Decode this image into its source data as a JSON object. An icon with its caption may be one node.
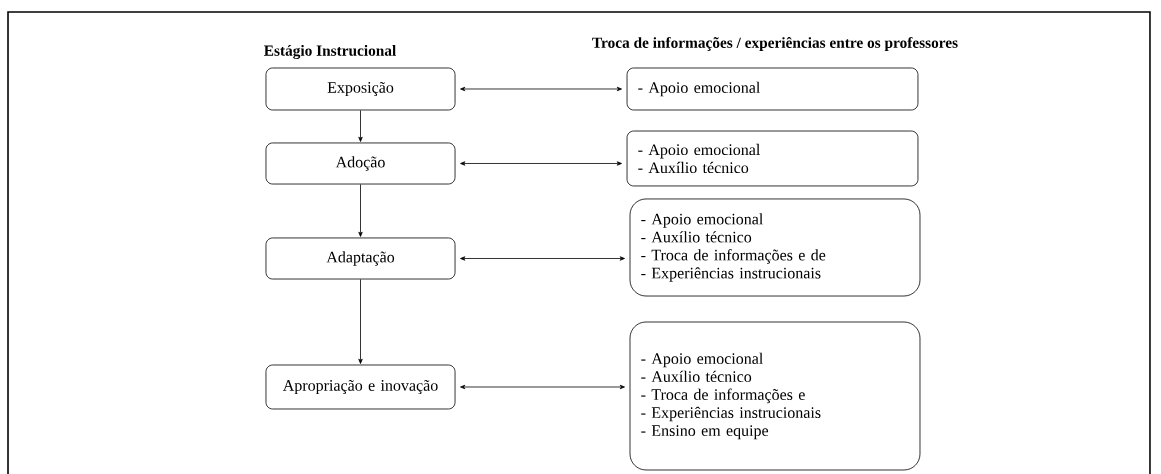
{
  "diagram": {
    "nodes": [
      {
        "text": [
          "Exposição"
        ]
      },
      {
        "text": [
          "- Apoio emocional"
        ]
      },
      {
        "text": [
          "Adoção"
        ]
      },
      {
        "text": [
          "- Apoio emocional",
          "- Auxílio técnico"
        ]
      },
      {
        "text": [
          "Adaptação"
        ]
      },
      {
        "text": [
          "- Apoio emocional",
          "- Auxílio técnico",
          "- Troca de informações e de",
          "- Experiências instrucionais"
        ]
      },
      {
        "text": [
          "Apropriação e inovação"
        ]
      },
      {
        "text": [
          "- Apoio emocional",
          "- Auxílio técnico",
          "- Troca de informações e",
          "- Experiências instrucionais",
          "- Ensino em equipe"
        ]
      }
    ],
    "edges": [
      {
        "from": 0,
        "to": 1,
        "arrow": "both"
      },
      {
        "from": 0,
        "to": 2,
        "arrow": "to"
      },
      {
        "from": 2,
        "to": 3,
        "arrow": "both"
      },
      {
        "from": 2,
        "to": 4,
        "arrow": "to"
      },
      {
        "from": 4,
        "to": 5,
        "arrow": "both"
      },
      {
        "from": 4,
        "to": 6,
        "arrow": "to"
      },
      {
        "from": 6,
        "to": 7,
        "arrow": "both"
      }
    ],
    "labels": [
      "Estágio Instrucional",
      "Troca de informações / experiências entre os professores"
    ]
  }
}
